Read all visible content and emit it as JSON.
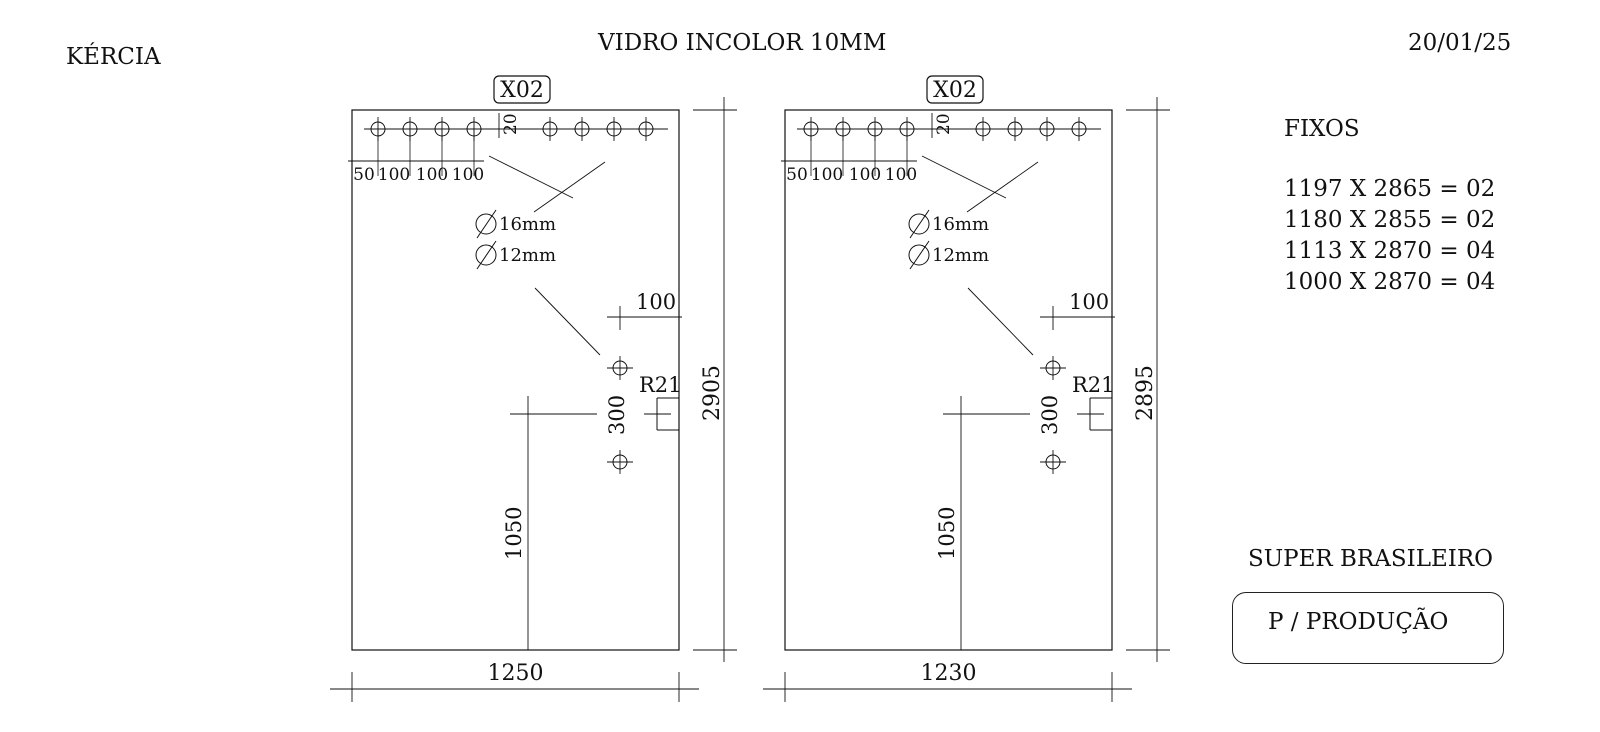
{
  "header": {
    "client": "KÉRCIA",
    "title": "VIDRO INCOLOR 10MM",
    "date": "20/01/25"
  },
  "fixos": {
    "heading": "FIXOS",
    "items": [
      "1197 X 2865 = 02",
      "1180 X 2855 = 02",
      "1113 X 2870 = 04",
      "1000 X 2870 = 04"
    ]
  },
  "supplier": "SUPER BRASILEIRO",
  "production_label": "P / PRODUÇÃO",
  "panels": [
    {
      "qty_label": "X02",
      "width": "1250",
      "height": "2905",
      "top_offset": "20",
      "hole_spacing": [
        "50",
        "100",
        "100",
        "100"
      ],
      "hole_diameters": [
        "16mm",
        "12mm"
      ],
      "edge_offset": "100",
      "handle_spacing": "300",
      "handle_radius": "R21",
      "handle_height": "1050"
    },
    {
      "qty_label": "X02",
      "width": "1230",
      "height": "2895",
      "top_offset": "20",
      "hole_spacing": [
        "50",
        "100",
        "100",
        "100"
      ],
      "hole_diameters": [
        "16mm",
        "12mm"
      ],
      "edge_offset": "100",
      "handle_spacing": "300",
      "handle_radius": "R21",
      "handle_height": "1050"
    }
  ]
}
